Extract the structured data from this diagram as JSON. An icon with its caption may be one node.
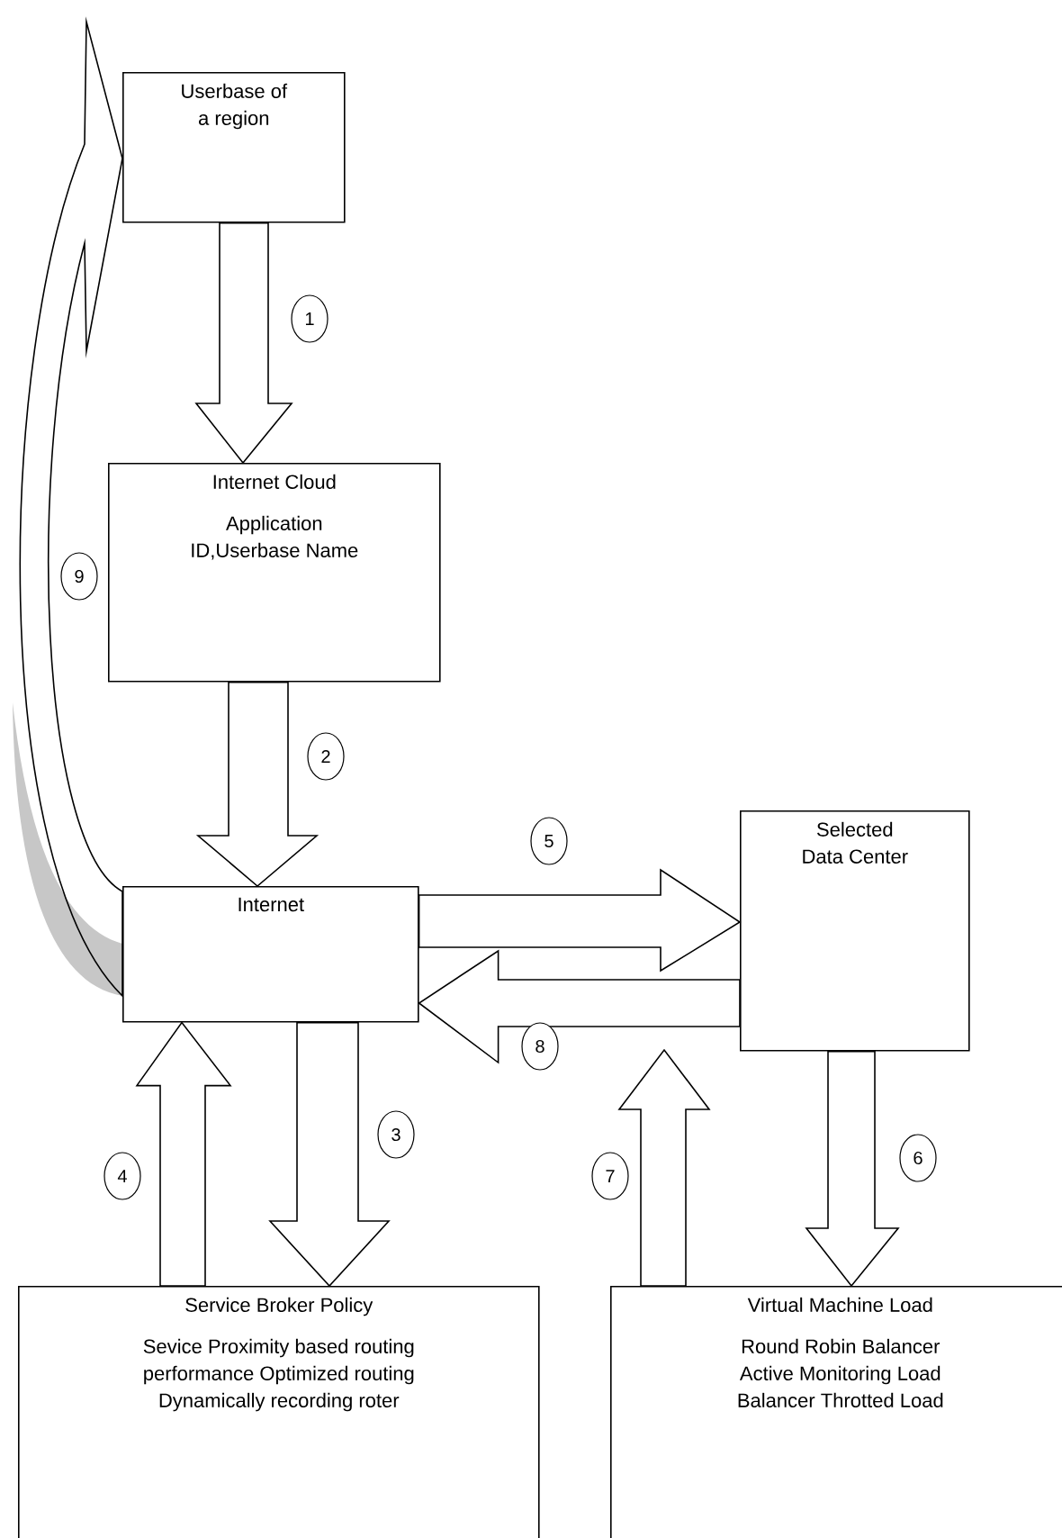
{
  "diagram": {
    "nodes": [
      {
        "text": [
          "Userbase of a region"
        ]
      },
      {
        "text": [
          "Internet Cloud",
          "Application ID,Userbase Name"
        ]
      },
      {
        "text": [
          "Internet"
        ]
      },
      {
        "text": [
          "Selected Data Center"
        ]
      },
      {
        "text": [
          "Service Broker Policy",
          "Sevice Proximity based routing performance Optimized routing Dynamically recording roter"
        ]
      },
      {
        "text": [
          "Virtual Machine Load",
          "Round Robin Balancer Active Monitoring Load Balancer Throtted Load"
        ]
      }
    ],
    "edges": [
      {
        "from": 0,
        "to": 1,
        "arrow": "to",
        "label": "1"
      },
      {
        "from": 1,
        "to": 2,
        "arrow": "to",
        "label": "2"
      },
      {
        "from": 2,
        "to": 4,
        "arrow": "to",
        "label": "3"
      },
      {
        "from": 4,
        "to": 2,
        "arrow": "to",
        "label": "4"
      },
      {
        "from": 2,
        "to": 3,
        "arrow": "to",
        "label": "5"
      },
      {
        "from": 3,
        "to": 5,
        "arrow": "to",
        "label": "6"
      },
      {
        "from": 5,
        "to": null,
        "arrow": "to",
        "label": "7"
      },
      {
        "from": 3,
        "to": 2,
        "arrow": "to",
        "label": "8"
      },
      {
        "from": 2,
        "to": 0,
        "arrow": "to",
        "label": "9"
      }
    ]
  }
}
